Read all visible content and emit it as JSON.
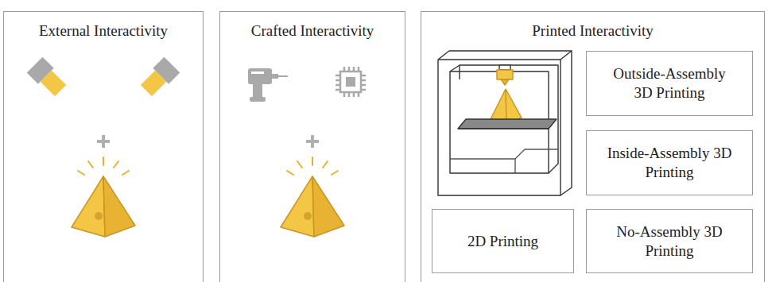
{
  "diagram": {
    "nodes": [
      {
        "text": [
          "External Interactivity"
        ]
      },
      {
        "text": [
          "Crafted Interactivity"
        ]
      },
      {
        "text": [
          "Printed Interactivity"
        ]
      },
      {
        "text": [
          "Outside-Assembly 3D Printing"
        ],
        "in": 2
      },
      {
        "text": [
          "Inside-Assembly 3D Printing"
        ],
        "in": 2
      },
      {
        "text": [
          "2D Printing"
        ],
        "in": 2
      },
      {
        "text": [
          "No-Assembly 3D Printing"
        ],
        "in": 2
      }
    ]
  }
}
